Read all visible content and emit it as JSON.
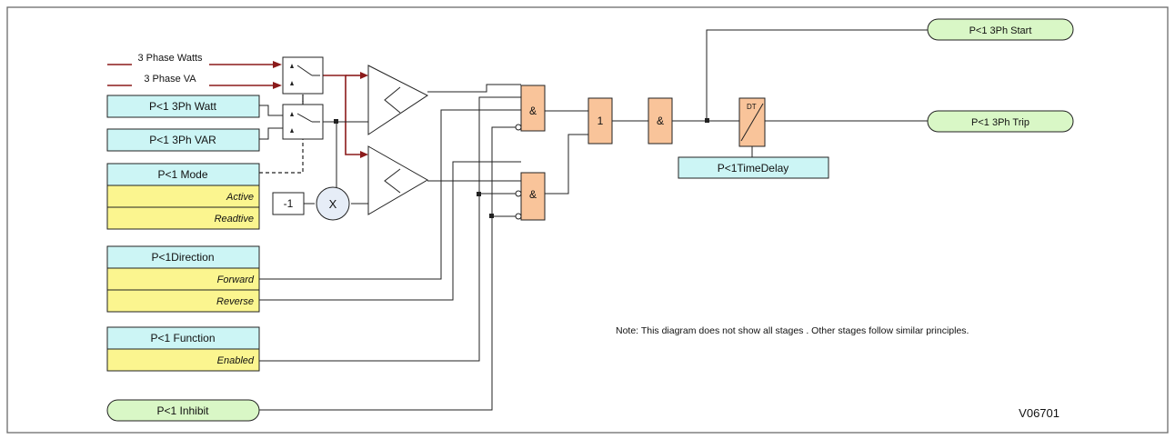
{
  "inputs": {
    "watts_label": "3 Phase Watts",
    "va_label": "3 Phase VA",
    "watt_setting": "P<1 3Ph Watt",
    "var_setting": "P<1 3Ph VAR",
    "mode": "P<1 Mode",
    "mode_active": "Active",
    "mode_reactive": "Readtive",
    "neg_one": "-1",
    "multiply": "X",
    "direction": "P<1Direction",
    "dir_forward": "Forward",
    "dir_reverse": "Reverse",
    "function": "P<1 Function",
    "func_enabled": "Enabled",
    "inhibit": "P<1 Inhibit"
  },
  "logic": {
    "and_symbol": "&",
    "or_symbol": "1",
    "dt_symbol": "DT",
    "time_delay": "P<1TimeDelay"
  },
  "outputs": {
    "start": "P<1 3Ph Start",
    "trip": "P<1 3Ph Trip"
  },
  "note": "Note: This diagram does not show all stages . Other stages follow similar principles.",
  "figure_id": "V06701",
  "colors": {
    "setting_box": "#ccf5f5",
    "option_box": "#fbf58f",
    "signal_box": "#d9f7c6",
    "logic_gate": "#f9c49a",
    "analog_line": "#8b1a1a"
  }
}
